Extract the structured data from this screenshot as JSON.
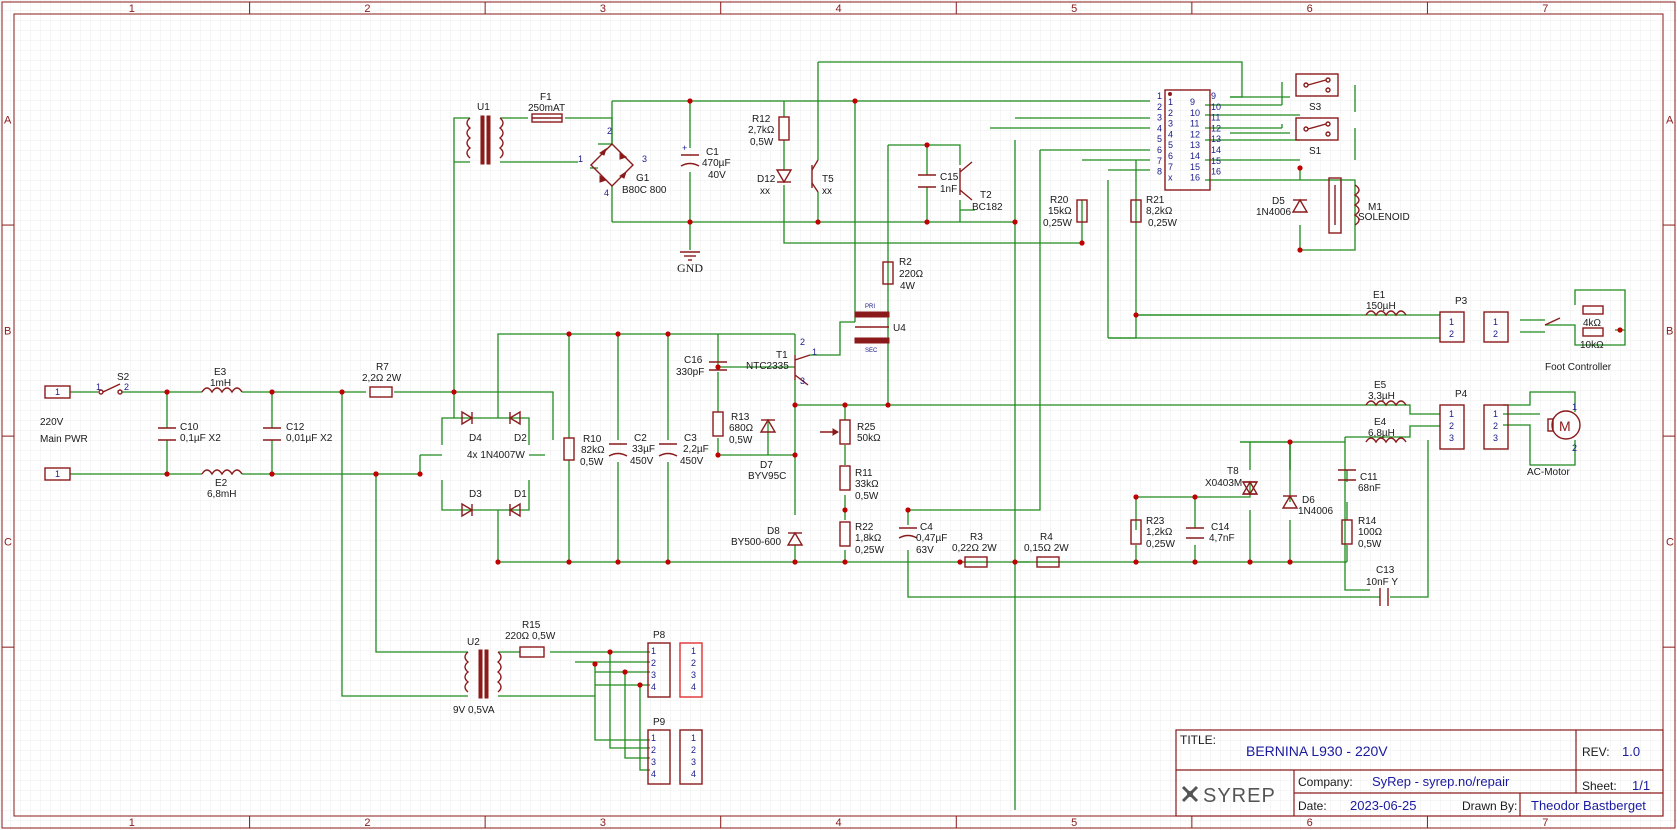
{
  "frame": {
    "cols": [
      "1",
      "2",
      "3",
      "4",
      "5",
      "6",
      "7"
    ],
    "rows": [
      "A",
      "B",
      "C"
    ]
  },
  "components": {
    "U1": {
      "ref": "U1"
    },
    "F1": {
      "ref": "F1",
      "val": "250mAT"
    },
    "G1": {
      "ref": "G1",
      "val": "B80C 800",
      "p1": "1",
      "p2": "2",
      "p3": "3",
      "p4": "4"
    },
    "C1": {
      "ref": "C1",
      "v1": "470µF",
      "v2": "40V"
    },
    "GND": {
      "ref": "GND"
    },
    "R12": {
      "ref": "R12",
      "v1": "2,7kΩ",
      "v2": "0,5W"
    },
    "D12": {
      "ref": "D12",
      "val": "xx"
    },
    "T5": {
      "ref": "T5",
      "val": "xx"
    },
    "C15": {
      "ref": "C15",
      "val": "1nF"
    },
    "T2": {
      "ref": "T2",
      "val": "BC182"
    },
    "R20": {
      "ref": "R20",
      "v1": "15kΩ",
      "v2": "0,25W"
    },
    "R21": {
      "ref": "R21",
      "v1": "8,2kΩ",
      "v2": "0,25W"
    },
    "S3": {
      "ref": "S3"
    },
    "S1": {
      "ref": "S1"
    },
    "D5": {
      "ref": "D5",
      "val": "1N4006"
    },
    "M1": {
      "ref": "M1",
      "val": "SOLENOID"
    },
    "R2": {
      "ref": "R2",
      "v1": "220Ω",
      "v2": "4W"
    },
    "U4": {
      "ref": "U4",
      "pri": "PRI",
      "sec": "SEC"
    },
    "E1": {
      "ref": "E1",
      "val": "150µH"
    },
    "P3": {
      "ref": "P3"
    },
    "FC": {
      "label": "Foot Controller",
      "pot": "4kΩ",
      "res": "10kΩ"
    },
    "S2": {
      "ref": "S2"
    },
    "E3": {
      "ref": "E3",
      "val": "1mH"
    },
    "R7": {
      "ref": "R7",
      "val": "2,2Ω 2W"
    },
    "C10": {
      "ref": "C10",
      "val": "0,1µF X2"
    },
    "C12": {
      "ref": "C12",
      "val": "0,01µF X2"
    },
    "E2": {
      "ref": "E2",
      "val": "6,8mH"
    },
    "main": {
      "v1": "220V",
      "v2": "Main PWR"
    },
    "D1": {
      "ref": "D1"
    },
    "D2": {
      "ref": "D2"
    },
    "D3": {
      "ref": "D3"
    },
    "D4": {
      "ref": "D4"
    },
    "bridge": {
      "val": "4x 1N4007W"
    },
    "R10": {
      "ref": "R10",
      "v1": "82kΩ",
      "v2": "0,5W"
    },
    "C2": {
      "ref": "C2",
      "v1": "33µF",
      "v2": "450V"
    },
    "C3": {
      "ref": "C3",
      "v1": "2,2µF",
      "v2": "450V"
    },
    "C16": {
      "ref": "C16",
      "val": "330pF"
    },
    "T1": {
      "ref": "T1",
      "val": "NTC2335"
    },
    "R13": {
      "ref": "R13",
      "v1": "680Ω",
      "v2": "0,5W"
    },
    "D7": {
      "ref": "D7",
      "val": "BYV95C"
    },
    "D8": {
      "ref": "D8",
      "val": "BY500-600"
    },
    "R25": {
      "ref": "R25",
      "val": "50kΩ"
    },
    "R11": {
      "ref": "R11",
      "v1": "33kΩ",
      "v2": "0,5W"
    },
    "R22": {
      "ref": "R22",
      "v1": "1,8kΩ",
      "v2": "0,25W"
    },
    "C4": {
      "ref": "C4",
      "v1": "0,47µF",
      "v2": "63V"
    },
    "R3": {
      "ref": "R3",
      "val": "0,22Ω 2W"
    },
    "R4": {
      "ref": "R4",
      "val": "0,15Ω 2W"
    },
    "E5": {
      "ref": "E5",
      "val": "3,3µH"
    },
    "E4": {
      "ref": "E4",
      "val": "6,8µH"
    },
    "P4": {
      "ref": "P4"
    },
    "AC": {
      "label": "AC-Motor"
    },
    "T8": {
      "ref": "T8",
      "val": "X0403M"
    },
    "D6": {
      "ref": "D6",
      "val": "1N4006"
    },
    "C11": {
      "ref": "C11",
      "val": "68nF"
    },
    "R14": {
      "ref": "R14",
      "v1": "100Ω",
      "v2": "0,5W"
    },
    "R23": {
      "ref": "R23",
      "v1": "1,2kΩ",
      "v2": "0,25W"
    },
    "C14": {
      "ref": "C14",
      "val": "4,7nF"
    },
    "C13": {
      "ref": "C13",
      "val": "10nF Y"
    },
    "U2": {
      "ref": "U2",
      "val": "9V 0,5VA"
    },
    "R15": {
      "ref": "R15",
      "val": "220Ω 0,5W"
    },
    "P8": {
      "ref": "P8"
    },
    "P9": {
      "ref": "P9"
    }
  },
  "ic_pins": {
    "left": [
      "1",
      "2",
      "3",
      "4",
      "5",
      "6",
      "7",
      "8"
    ],
    "right": [
      "16",
      "15",
      "14",
      "13",
      "12",
      "11",
      "10",
      "9"
    ],
    "extA": [
      "1",
      "2",
      "3",
      "4",
      "5",
      "6",
      "7",
      "x"
    ],
    "extB": [
      "9",
      "10",
      "11",
      "12",
      "13",
      "14",
      "15",
      "16"
    ]
  },
  "title_block": {
    "title_label": "TITLE:",
    "title": "BERNINA L930 - 220V",
    "rev_label": "REV:",
    "rev": "1.0",
    "company_label": "Company:",
    "company": "SyRep - syrep.no/repair",
    "sheet_label": "Sheet:",
    "sheet": "1/1",
    "date_label": "Date:",
    "date": "2023-06-25",
    "drawn_label": "Drawn By:",
    "drawn": "Theodor Bastberget",
    "logo": "SYREP"
  }
}
